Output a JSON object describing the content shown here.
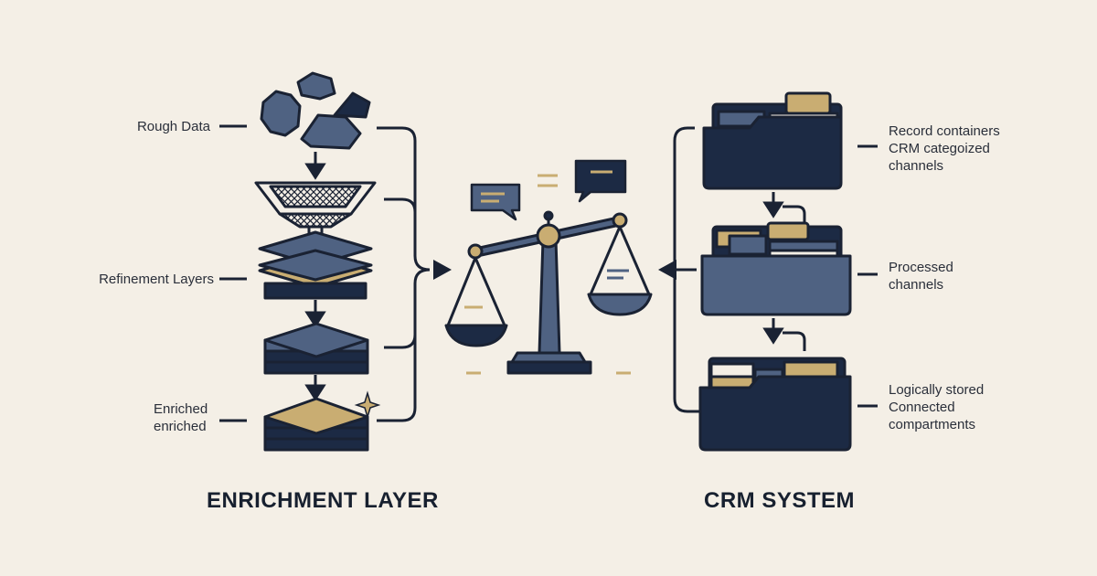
{
  "colors": {
    "background": "#f4efe6",
    "navy": "#1c2a44",
    "slate": "#4f6282",
    "gold": "#c9ad72",
    "outline": "#1a2233"
  },
  "left": {
    "heading": "ENRICHMENT LAYER",
    "labels": {
      "rough": "Rough Data",
      "refinement": "Refinement Layers",
      "enriched_line1": "Enriched",
      "enriched_line2": "enriched"
    },
    "icons": [
      "rock-chunks-icon",
      "sieve-icon",
      "layer-stack-icon",
      "sparkle-icon"
    ]
  },
  "center": {
    "icons": [
      "balance-scale-icon",
      "speech-bubble-icon"
    ]
  },
  "right": {
    "heading": "CRM SYSTEM",
    "labels": {
      "record_line1": "Record containers",
      "record_line2": "CRM categoized",
      "record_line3": "channels",
      "processed_line1": "Processed",
      "processed_line2": "channels",
      "stored_line1": "Logically stored",
      "stored_line2": "Connected",
      "stored_line3": "compartments"
    },
    "icons": [
      "folder-icon"
    ]
  }
}
